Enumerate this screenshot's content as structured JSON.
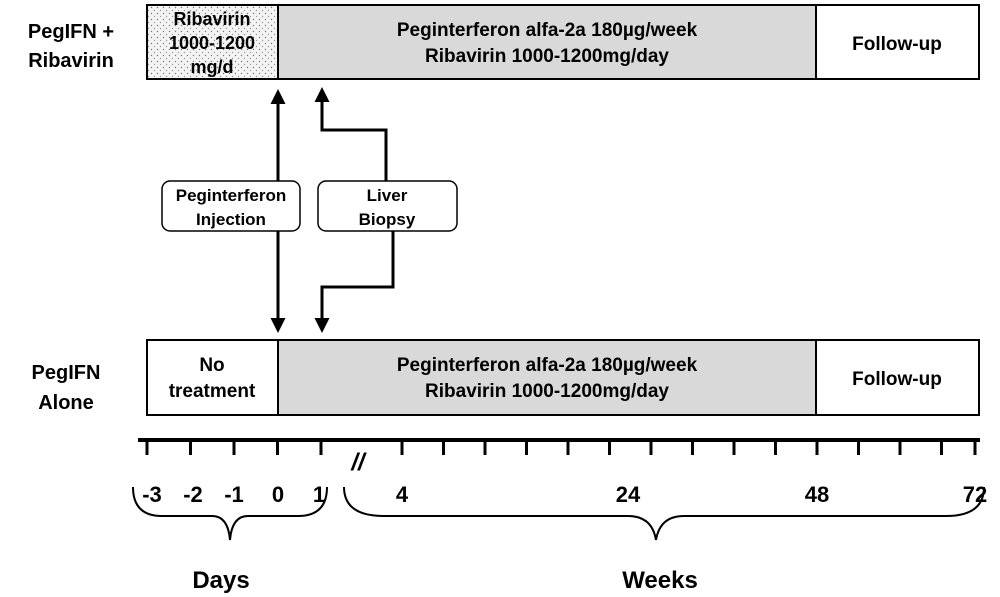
{
  "arms": {
    "combo": {
      "label_line1": "PegIFN +",
      "label_line2": "Ribavirin",
      "lead_in_line1": "Ribavirin",
      "lead_in_line2": "1000-1200",
      "lead_in_line3": "mg/d",
      "treatment_line1": "Peginterferon alfa-2a 180µg/week",
      "treatment_line2": "Ribavirin 1000-1200mg/day",
      "followup": "Follow-up"
    },
    "alone": {
      "label_line1": "PegIFN",
      "label_line2": "Alone",
      "lead_in_line1": "No",
      "lead_in_line2": "treatment",
      "treatment_line1": "Peginterferon alfa-2a 180µg/week",
      "treatment_line2": "Ribavirin 1000-1200mg/day",
      "followup": "Follow-up"
    }
  },
  "events": {
    "injection_line1": "Peginterferon",
    "injection_line2": "Injection",
    "biopsy_line1": "Liver",
    "biopsy_line2": "Biopsy"
  },
  "timeline": {
    "break_mark": "//",
    "day_labels": [
      "-3",
      "-2",
      "-1",
      "0",
      "1"
    ],
    "week_labels": [
      "4",
      "24",
      "48",
      "72"
    ],
    "days_caption": "Days",
    "weeks_caption": "Weeks"
  },
  "colors": {
    "treatment_fill": "#d9d9d9",
    "lead_in_stipple": "#f4f4f4",
    "stroke": "#000000"
  }
}
